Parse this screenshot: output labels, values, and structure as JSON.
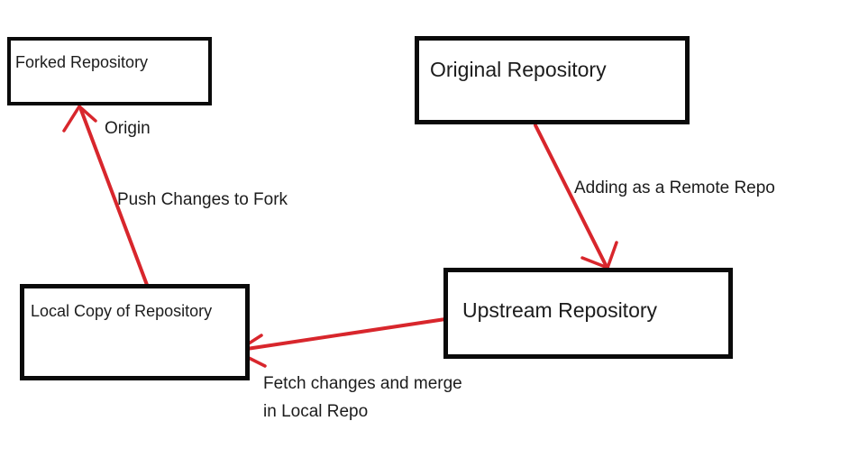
{
  "diagram": {
    "type": "flow-diagram",
    "topic": "Git fork / upstream workflow",
    "colors": {
      "background": "#ffffff",
      "box_border": "#0a0a0a",
      "text": "#1c1c1c",
      "arrow": "#d8262c"
    },
    "nodes": [
      {
        "id": "forked",
        "label": "Forked Repository"
      },
      {
        "id": "original",
        "label": "Original Repository"
      },
      {
        "id": "local",
        "label": "Local Copy of Repository"
      },
      {
        "id": "upstream",
        "label": "Upstream Repository"
      }
    ],
    "edges": [
      {
        "from": "local",
        "to": "forked",
        "labels": [
          "Origin",
          "Push Changes to Fork"
        ]
      },
      {
        "from": "original",
        "to": "upstream",
        "labels": [
          "Adding as a Remote Repo"
        ]
      },
      {
        "from": "upstream",
        "to": "local",
        "labels": [
          "Fetch changes and merge",
          "in Local Repo"
        ]
      }
    ]
  }
}
